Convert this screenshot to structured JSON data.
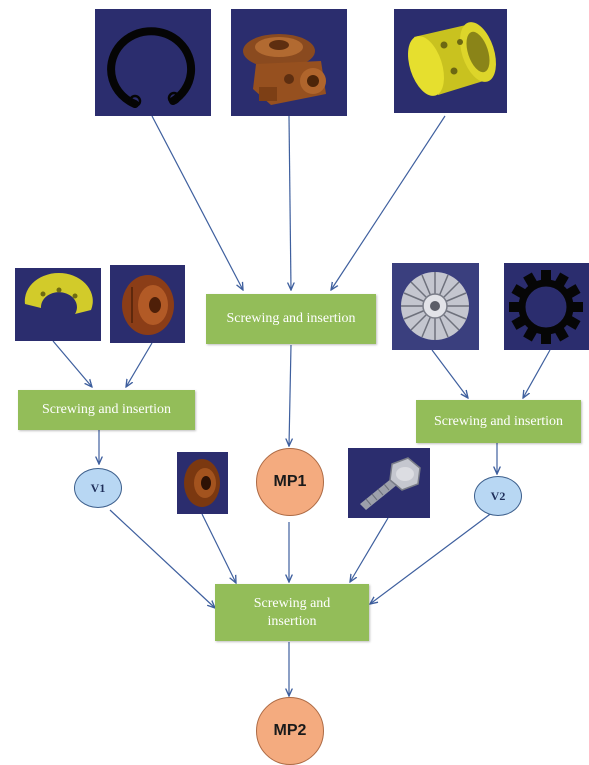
{
  "process_label": "Screwing and insertion",
  "final_process": {
    "line1": "Screwing and",
    "line2": "insertion"
  },
  "nodes": {
    "v1": "V1",
    "v2": "V2",
    "mp1": "MP1",
    "mp2": "MP2"
  },
  "colors": {
    "process_fill": "#93bd59",
    "v_fill": "#b8d7f3",
    "mp_fill": "#f4ab7f",
    "arrow": "#3e5f9e",
    "part_background": "#2b2d6e"
  },
  "parts": [
    {
      "id": "circlip",
      "icon": "retaining-ring-icon"
    },
    {
      "id": "housing-casting",
      "icon": "housing-icon"
    },
    {
      "id": "yellow-sleeve",
      "icon": "sleeve-icon"
    },
    {
      "id": "yellow-half-ring",
      "icon": "half-ring-icon"
    },
    {
      "id": "brown-hub",
      "icon": "hub-icon"
    },
    {
      "id": "ventilated-disc",
      "icon": "disc-icon"
    },
    {
      "id": "toothed-ring",
      "icon": "toothed-ring-icon"
    },
    {
      "id": "brown-washer",
      "icon": "washer-icon"
    },
    {
      "id": "hex-bolt",
      "icon": "bolt-icon"
    }
  ]
}
